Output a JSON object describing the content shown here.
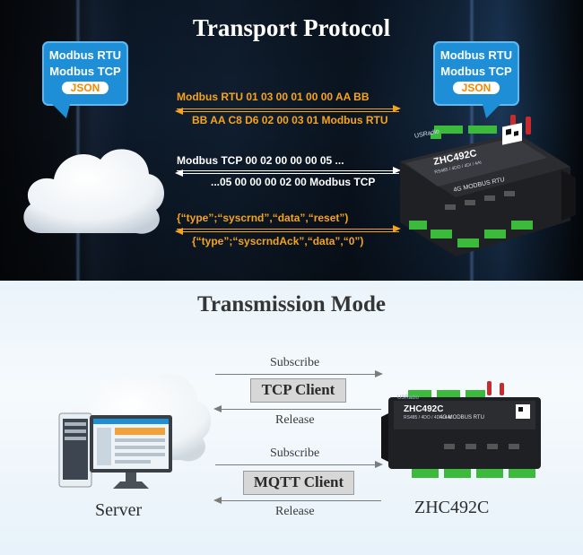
{
  "top": {
    "title": "Transport Protocol",
    "left_bubble": {
      "line1": "Modbus RTU",
      "line2": "Modbus TCP",
      "badge": "JSON"
    },
    "right_bubble": {
      "line1": "Modbus RTU",
      "line2": "Modbus TCP",
      "badge": "JSON"
    },
    "messages": [
      {
        "text": "Modbus RTU 01 03 00 01 00 00 AA BB",
        "direction": "right",
        "color": "#f6a31d"
      },
      {
        "text": "BB AA C8  D6 02 00 03 01 Modbus RTU",
        "direction": "left",
        "color": "#f6a31d"
      },
      {
        "text": "Modbus TCP 00 02 00 00 00 05 ...",
        "direction": "right",
        "color": "#ffffff"
      },
      {
        "text": "...05 00 00 00 02 00 Modbus TCP",
        "direction": "left",
        "color": "#ffffff"
      },
      {
        "text": "{“type”;“syscrnd”,“data”,“reset”)",
        "direction": "right",
        "color": "#f6a31d"
      },
      {
        "text": "{“type”;“syscrndAck”,“data”,“0”)",
        "direction": "left",
        "color": "#f6a31d"
      }
    ],
    "device": {
      "model": "ZHC492C",
      "brand": "USRadio",
      "subtitle": "RS485 / 4DO / 4DI / 4AI",
      "panel_label": "4G MODBUS RTU"
    }
  },
  "bottom": {
    "title": "Transmission Mode",
    "tcp": {
      "top_label": "Subscribe",
      "box_label": "TCP Client",
      "bottom_label": "Release"
    },
    "mqtt": {
      "top_label": "Subscribe",
      "box_label": "MQTT Client",
      "bottom_label": "Release"
    },
    "server_label": "Server",
    "device_label": "ZHC492C",
    "device": {
      "model": "ZHC492C",
      "brand": "USRadio",
      "subtitle": "RS485 / 4DO / 4DI / 4AI",
      "panel_label": "4G MODBUS RTU"
    }
  },
  "colors": {
    "accent_orange": "#f6a31d",
    "bubble_blue": "#1e8fd6",
    "device_green": "#3cba3c"
  }
}
